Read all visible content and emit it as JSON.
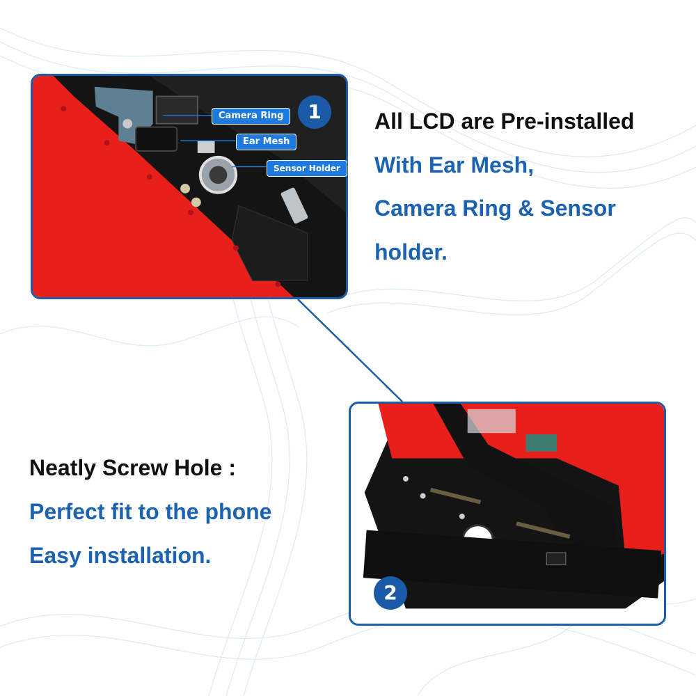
{
  "colors": {
    "frame_border": "#1a5ca8",
    "callout_bg": "#1f7ae0",
    "badge_bg": "#1b5aa7",
    "heading_text": "#111111",
    "accent_text": "#1b63b0",
    "lcd_red": "#e8201c",
    "bezel_black": "#141414"
  },
  "panel1": {
    "badge": "1",
    "callouts": [
      "Camera Ring",
      "Ear Mesh",
      "Sensor Holder"
    ]
  },
  "panel2": {
    "badge": "2"
  },
  "text1": {
    "heading": "All LCD are Pre-installed",
    "lines": [
      "With Ear Mesh,",
      "Camera Ring & Sensor",
      "holder."
    ]
  },
  "text2": {
    "heading": "Neatly Screw Hole :",
    "lines": [
      "Perfect fit to the phone",
      "Easy installation."
    ]
  }
}
